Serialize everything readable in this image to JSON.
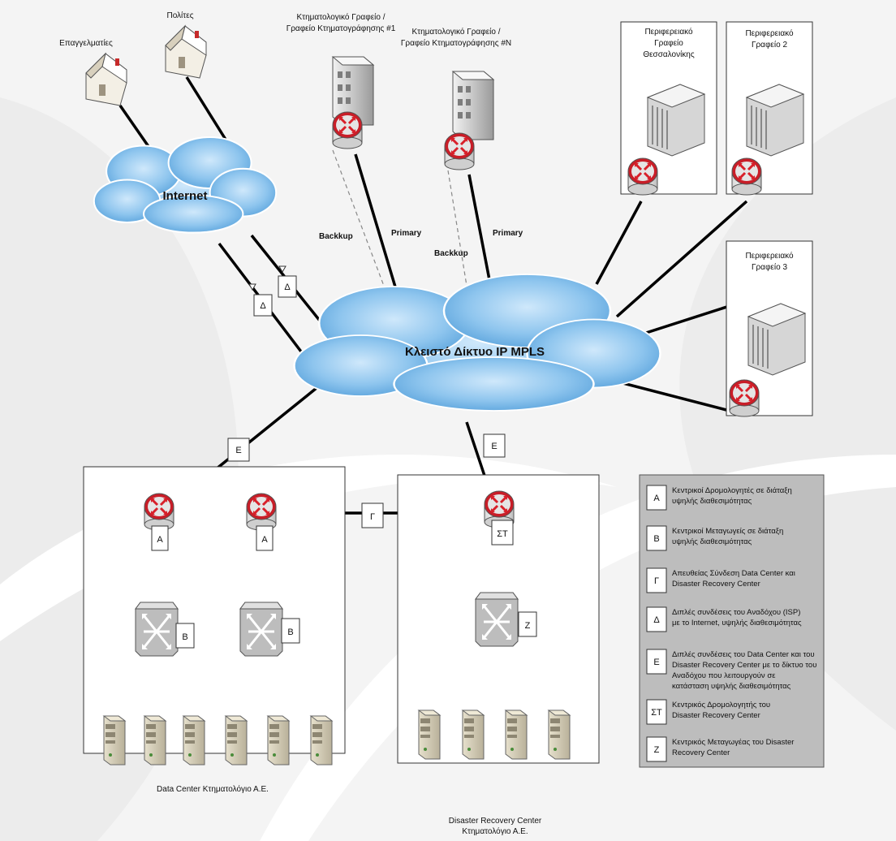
{
  "colors": {
    "router_red": "#d8202a",
    "cloud_blue": "#8ec5ee",
    "legend_bg": "#bdbdbd",
    "line": "#000000"
  },
  "nodes": {
    "professionals": "Επαγγελματίες",
    "citizens": "Πολίτες",
    "office1_line1": "Κτηματολογικό Γραφείο /",
    "office1_line2": "Γραφείο Κτηματογράφησης #1",
    "officeN_line1": "Κτηματολογικό Γραφείο /",
    "officeN_line2": "Γραφείο Κτηματογράφησης #N",
    "reg_thess_1": "Περιφερειακό",
    "reg_thess_2": "Γραφείο",
    "reg_thess_3": "Θεσσαλονίκης",
    "reg2_1": "Περιφερειακό",
    "reg2_2": "Γραφείο 2",
    "reg3_1": "Περιφερειακό",
    "reg3_2": "Γραφείο 3"
  },
  "clouds": {
    "internet": "Internet",
    "mpls": "Κλειστό Δίκτυο IP MPLS"
  },
  "links": {
    "backup1": "Backkup",
    "primary1": "Primary",
    "backup2": "Backkup",
    "primary2": "Primary"
  },
  "tags": {
    "delta": "Δ",
    "epsilon": "Ε",
    "gamma": "Γ",
    "alpha": "Α",
    "beta": "Β",
    "st": "ΣΤ",
    "zeta": "Ζ"
  },
  "captions": {
    "datacenter": "Data Center Κτηματολόγιο Α.Ε.",
    "drc_line1": "Disaster Recovery Center",
    "drc_line2": "Κτηματολόγιο Α.Ε."
  },
  "legend": [
    {
      "key": "Α",
      "lines": [
        "Κεντρικοί Δρομολογητές σε διάταξη",
        "υψηλής διαθεσιμότητας"
      ]
    },
    {
      "key": "Β",
      "lines": [
        "Κεντρικοί Μεταγωγείς σε διάταξη",
        "υψηλής διαθεσιμότητας"
      ]
    },
    {
      "key": "Γ",
      "lines": [
        "Απευθείας Σύνδεση Data Center και",
        "Disaster Recovery Center"
      ]
    },
    {
      "key": "Δ",
      "lines": [
        "Διπλές συνδέσεις του Αναδόχου (ISP)",
        "με το Internet, υψηλής διαθεσιμότητας"
      ]
    },
    {
      "key": "Ε",
      "lines": [
        "Διπλές συνδέσεις του Data Center και του",
        "Disaster Recovery Center με το δίκτυο του",
        "Αναδόχου που λειτουργούν σε",
        "κατάσταση υψηλής διαθεσιμότητας"
      ]
    },
    {
      "key": "ΣΤ",
      "lines": [
        "Κεντρικός Δρομολογητής του",
        "Disaster Recovery Center"
      ]
    },
    {
      "key": "Ζ",
      "lines": [
        "Κεντρικός Μεταγωγέας του Disaster",
        "Recovery Center"
      ]
    }
  ]
}
